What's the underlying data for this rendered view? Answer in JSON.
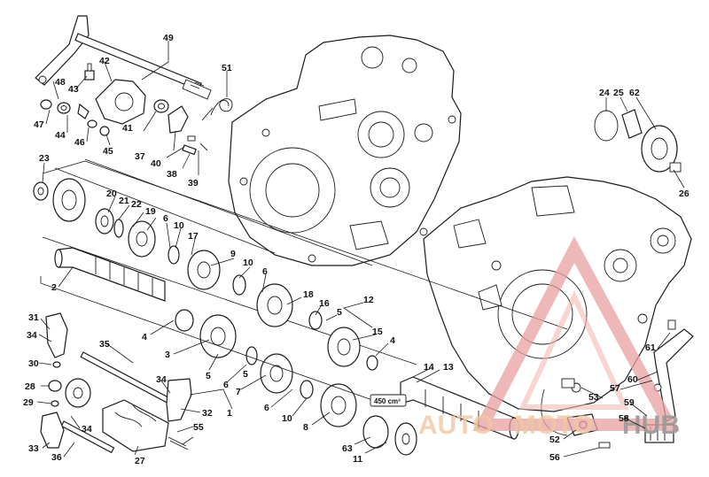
{
  "diagram": {
    "callouts": {
      "p1": "1",
      "p2": "2",
      "p3": "3",
      "p4a": "4",
      "p4b": "4",
      "p5a": "5",
      "p5b": "5",
      "p5c": "5",
      "p6a": "6",
      "p6b": "6",
      "p6c": "6",
      "p6d": "6",
      "p7": "7",
      "p8": "8",
      "p9": "9",
      "p10a": "10",
      "p10b": "10",
      "p10c": "10",
      "p11": "11",
      "p12": "12",
      "p13": "13",
      "p14": "14",
      "p15": "15",
      "p16": "16",
      "p17": "17",
      "p18": "18",
      "p19": "19",
      "p20": "20",
      "p21": "21",
      "p22": "22",
      "p23": "23",
      "p24": "24",
      "p25": "25",
      "p26": "26",
      "p27": "27",
      "p28": "28",
      "p29": "29",
      "p30": "30",
      "p31": "31",
      "p32": "32",
      "p33": "33",
      "p34a": "34",
      "p34b": "34",
      "p34c": "34",
      "p35": "35",
      "p36": "36",
      "p37": "37",
      "p38": "38",
      "p39": "39",
      "p40": "40",
      "p41": "41",
      "p42": "42",
      "p43": "43",
      "p44": "44",
      "p45": "45",
      "p46": "46",
      "p47": "47",
      "p48": "48",
      "p49": "49",
      "p51": "51",
      "p52": "52",
      "p53": "53",
      "p55": "55",
      "p56": "56",
      "p57": "57",
      "p58": "58",
      "p59": "59",
      "p60": "60",
      "p61": "61",
      "p62": "62",
      "p63": "63"
    },
    "capacity_label": "450 cm³"
  },
  "watermark": {
    "word_left": "AUTO",
    "word_mid": "MOTO",
    "word_right": "HUB",
    "color_light": "#f3b9b0",
    "color_mid": "#e8a0a0",
    "color_accent": "#f0c8a0",
    "color_dark": "#9a9a9a"
  }
}
